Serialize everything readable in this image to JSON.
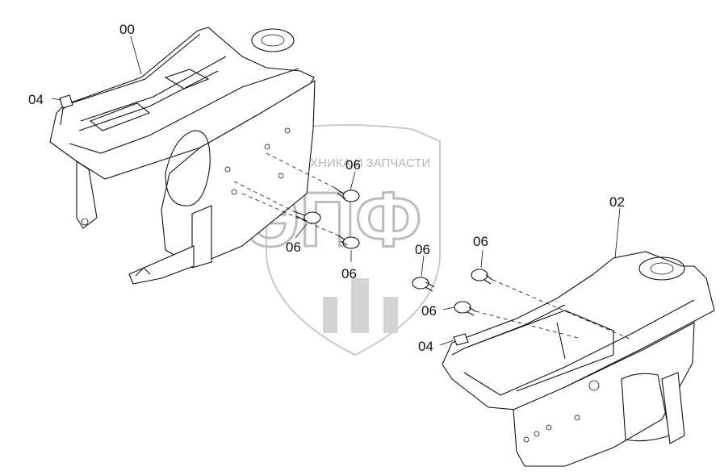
{
  "diagram": {
    "callouts": [
      {
        "id": "c00",
        "text": "00"
      },
      {
        "id": "c02",
        "text": "02"
      },
      {
        "id": "c04a",
        "text": "04"
      },
      {
        "id": "c04b",
        "text": "04"
      },
      {
        "id": "c06a",
        "text": "06"
      },
      {
        "id": "c06b",
        "text": "06"
      },
      {
        "id": "c06c",
        "text": "06"
      },
      {
        "id": "c06d",
        "text": "06"
      },
      {
        "id": "c06e",
        "text": "06"
      },
      {
        "id": "c06f",
        "text": "06"
      }
    ]
  },
  "watermark": {
    "caption": "ТЕХНИКА И ЗАПЧАСТИ",
    "logo_text": "ЭПФ"
  }
}
